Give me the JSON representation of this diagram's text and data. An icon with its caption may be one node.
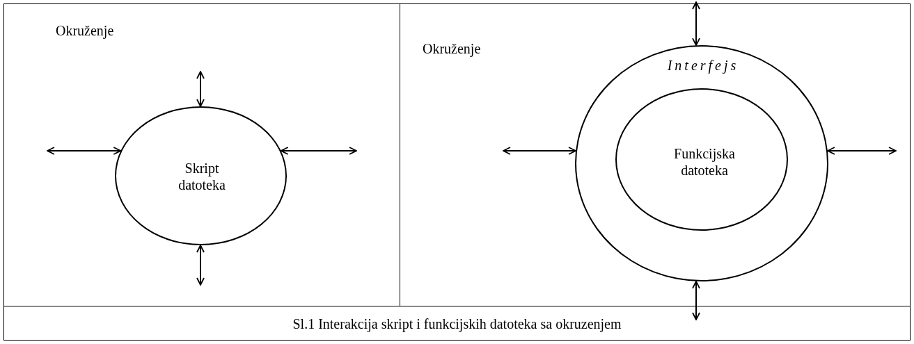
{
  "diagram": {
    "caption": "Sl.1 Interakcija skript i funkcijskih datoteka sa okruzenjem",
    "nodes": [
      {
        "text": [
          "Okruženje"
        ]
      },
      {
        "text": [
          "Skript datoteka"
        ],
        "in": 0
      },
      {
        "text": [
          "Okruženje"
        ]
      },
      {
        "text": [
          "Interfejs"
        ],
        "in": 2
      },
      {
        "text": [
          "Funkcijska datoteka"
        ],
        "in": 3
      }
    ],
    "edges": [
      {
        "from": null,
        "to": 1,
        "arrow": "both"
      },
      {
        "from": null,
        "to": 1,
        "arrow": "both"
      },
      {
        "from": null,
        "to": 1,
        "arrow": "both"
      },
      {
        "from": null,
        "to": 1,
        "arrow": "both"
      },
      {
        "from": null,
        "to": 3,
        "arrow": "both"
      },
      {
        "from": null,
        "to": 3,
        "arrow": "both"
      },
      {
        "from": null,
        "to": 3,
        "arrow": "both"
      },
      {
        "from": null,
        "to": 3,
        "arrow": "both"
      }
    ]
  }
}
